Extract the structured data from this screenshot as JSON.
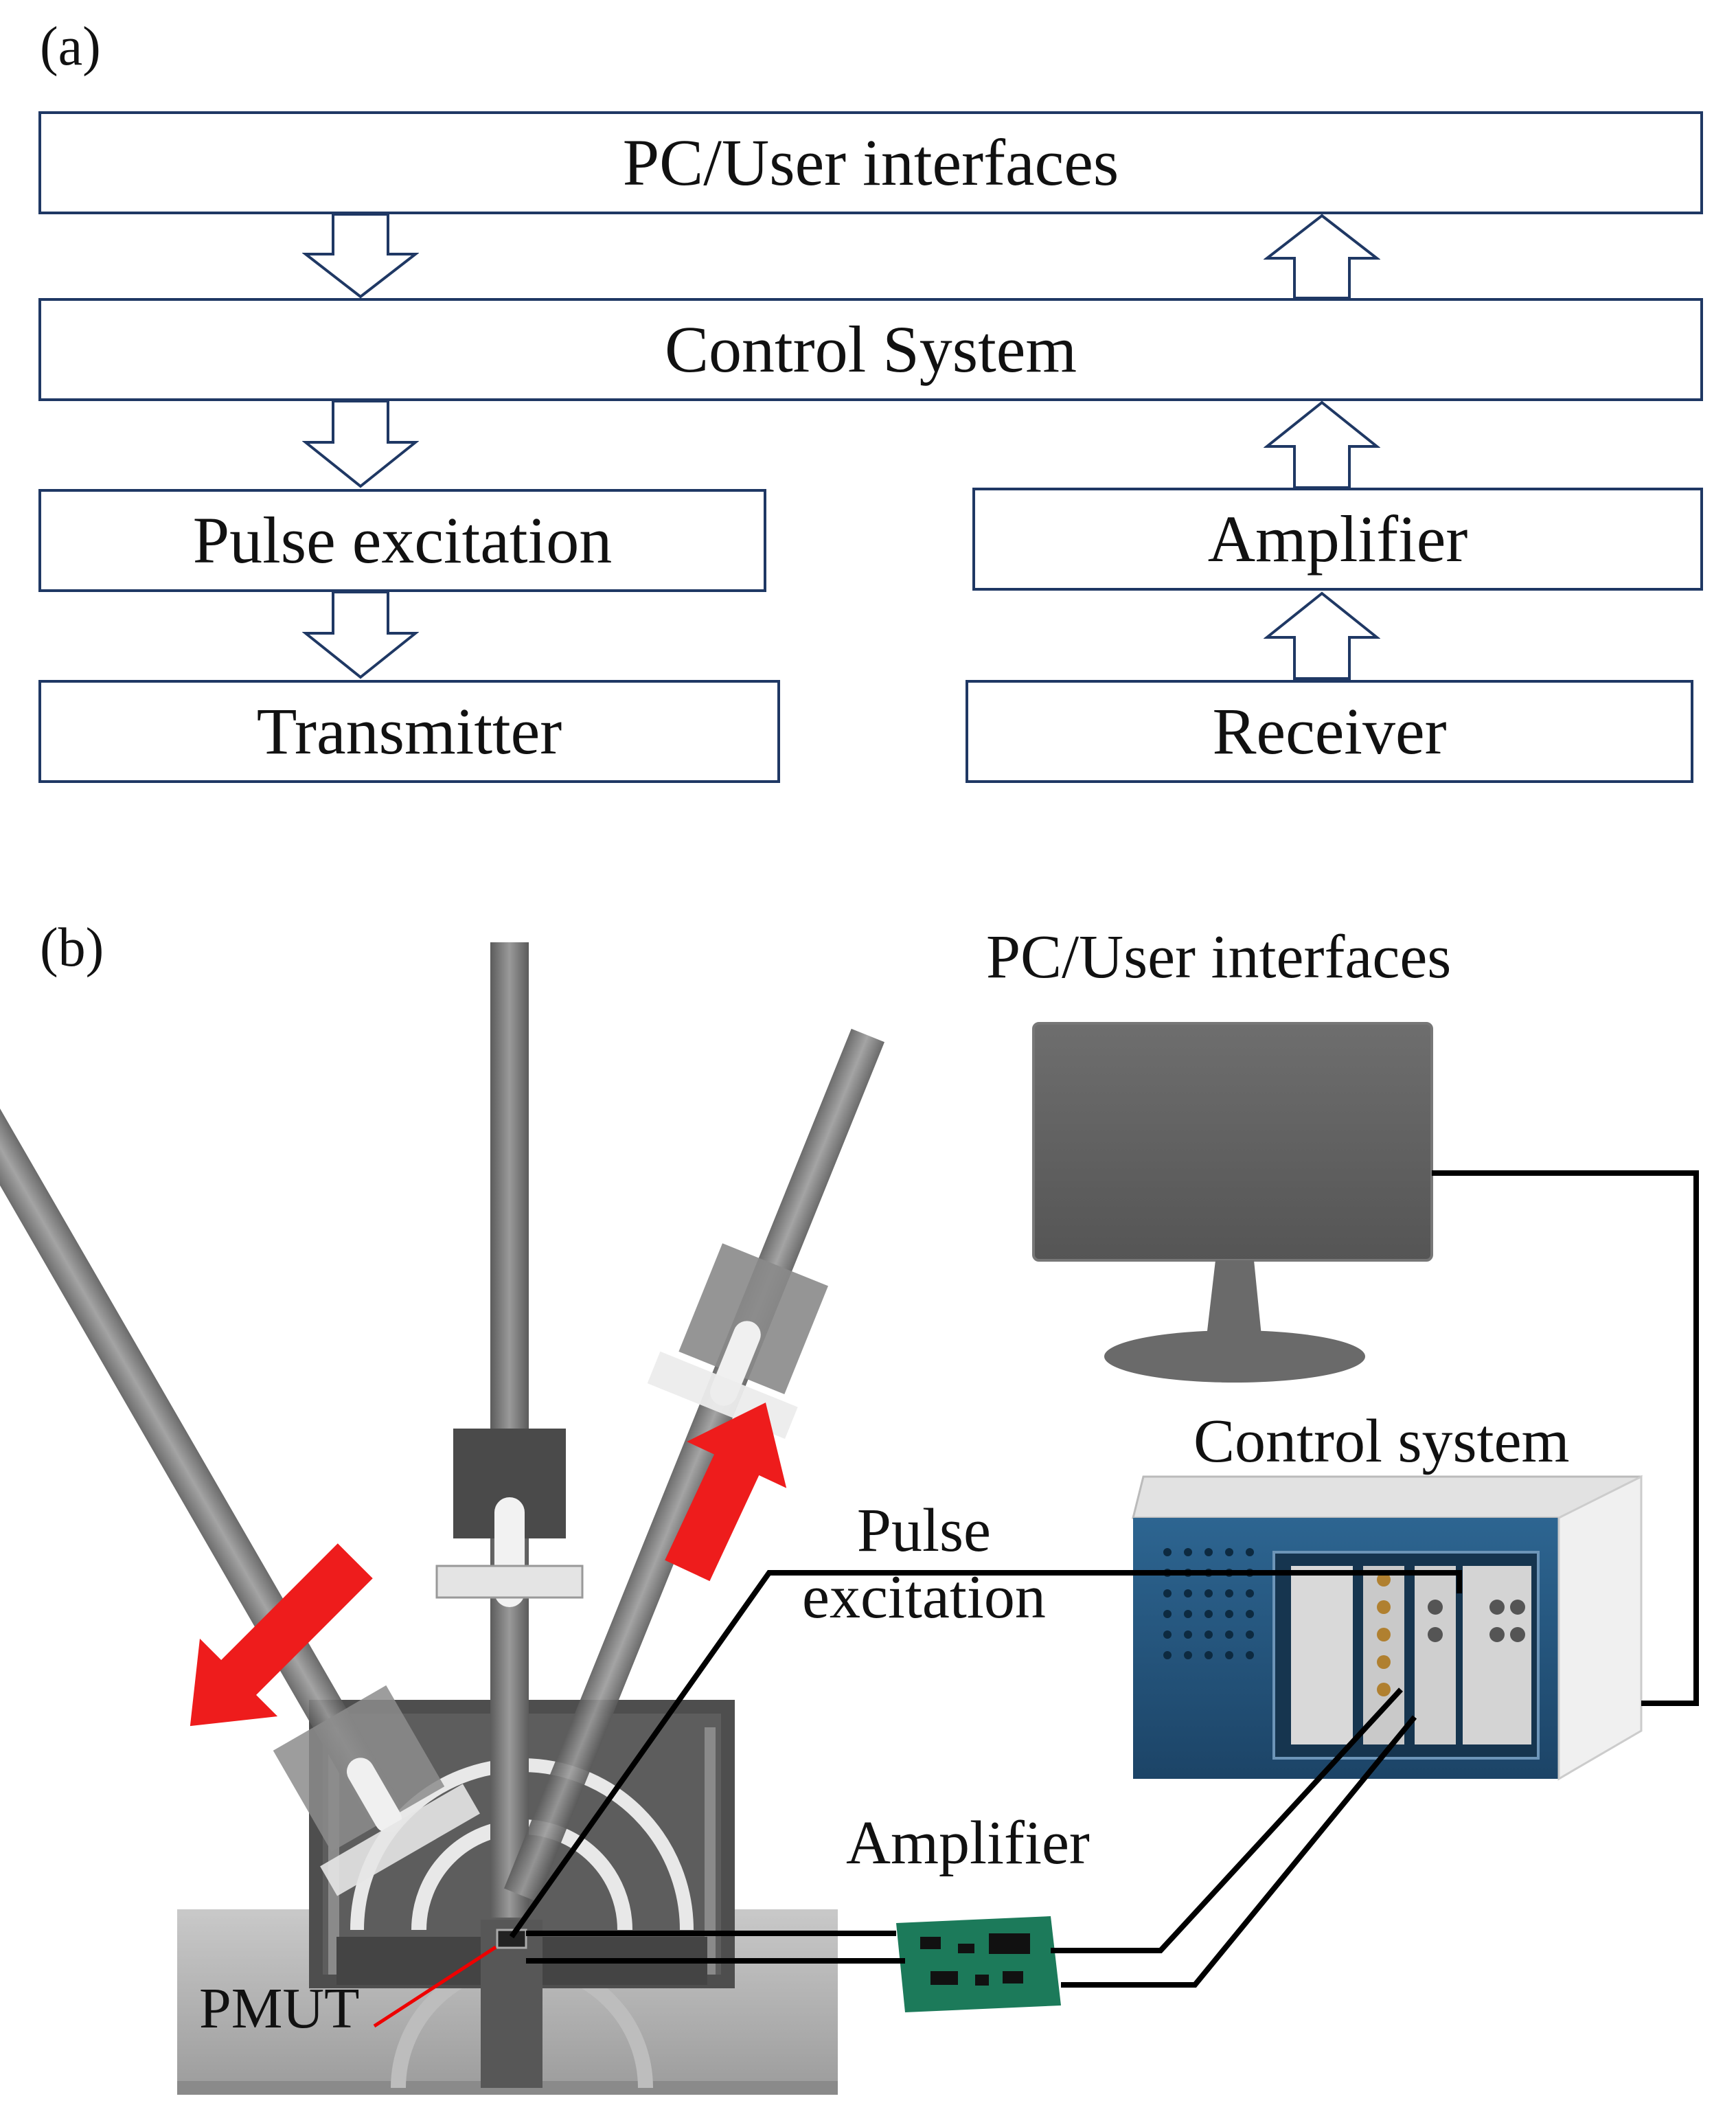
{
  "panels": [
    {
      "label": "(a)"
    },
    {
      "label": "(b)"
    }
  ],
  "flowchart": {
    "boxes": {
      "pc": "PC/User interfaces",
      "control": "Control System",
      "pulse": "Pulse excitation",
      "transmitter": "Transmitter",
      "amplifier": "Amplifier",
      "receiver": "Receiver"
    }
  },
  "setup": {
    "labels": {
      "pc": "PC/User interfaces",
      "control": "Control system",
      "pulse": "Pulse\nexcitation",
      "amplifier": "Amplifier",
      "pmut": "PMUT"
    }
  },
  "colors": {
    "box_border": "#1f3864",
    "motion_arrow": "#ee1c1c",
    "pcb": "#1c7a5a",
    "chassis": "#1e4f7a",
    "rod": "#7b7b7b",
    "cable": "#000000"
  }
}
